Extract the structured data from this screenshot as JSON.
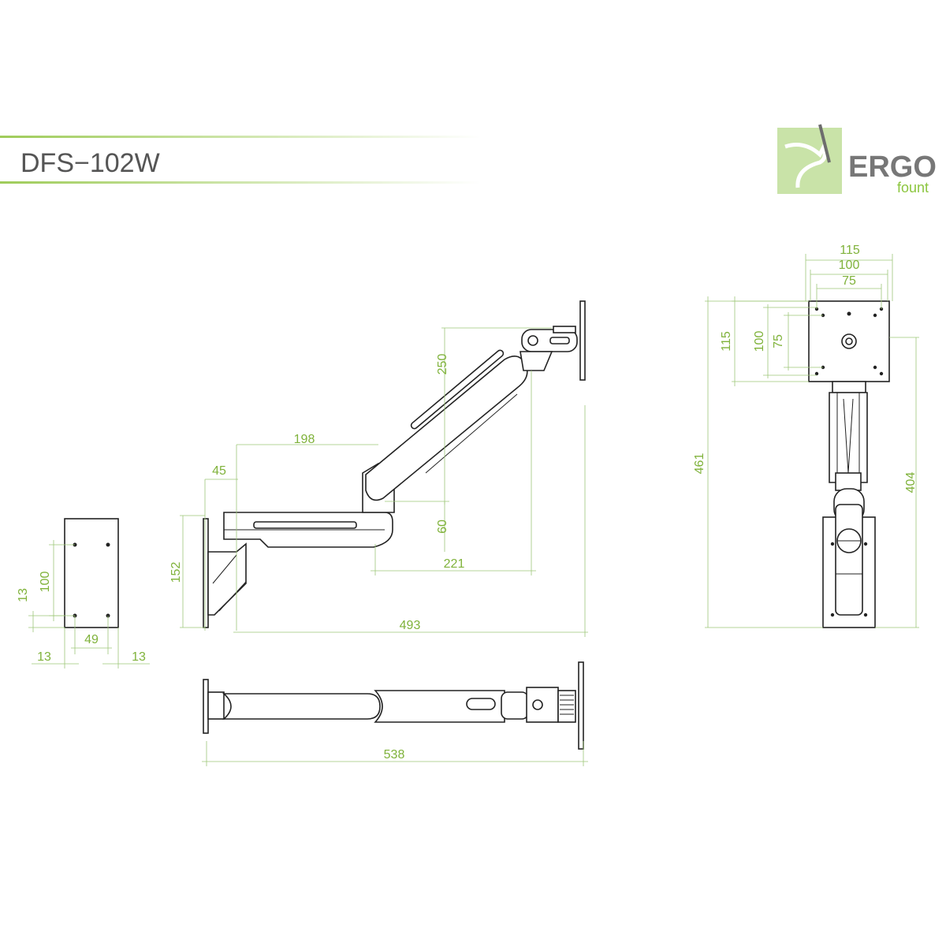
{
  "header": {
    "model": "DFS−102W"
  },
  "logo": {
    "brand": "ERGO",
    "sub": "fount",
    "green": "#8cc63f",
    "box": "#c9e3a8"
  },
  "colors": {
    "dimension": "#7fb23a",
    "line": "#222222",
    "accent": "#9fcc5a"
  },
  "plate": {
    "d100": "100",
    "d13_left": "13",
    "d49": "49",
    "d13_bl": "13",
    "d13_br": "13"
  },
  "side": {
    "d250": "250",
    "d198": "198",
    "d45": "45",
    "d152": "152",
    "d60": "60",
    "d221": "221",
    "d493": "493"
  },
  "top": {
    "d538": "538"
  },
  "front": {
    "d115_top": "115",
    "d100_top": "100",
    "d75_top": "75",
    "d115_side": "115",
    "d100_side": "100",
    "d75_side": "75",
    "d461": "461",
    "d404": "404"
  }
}
